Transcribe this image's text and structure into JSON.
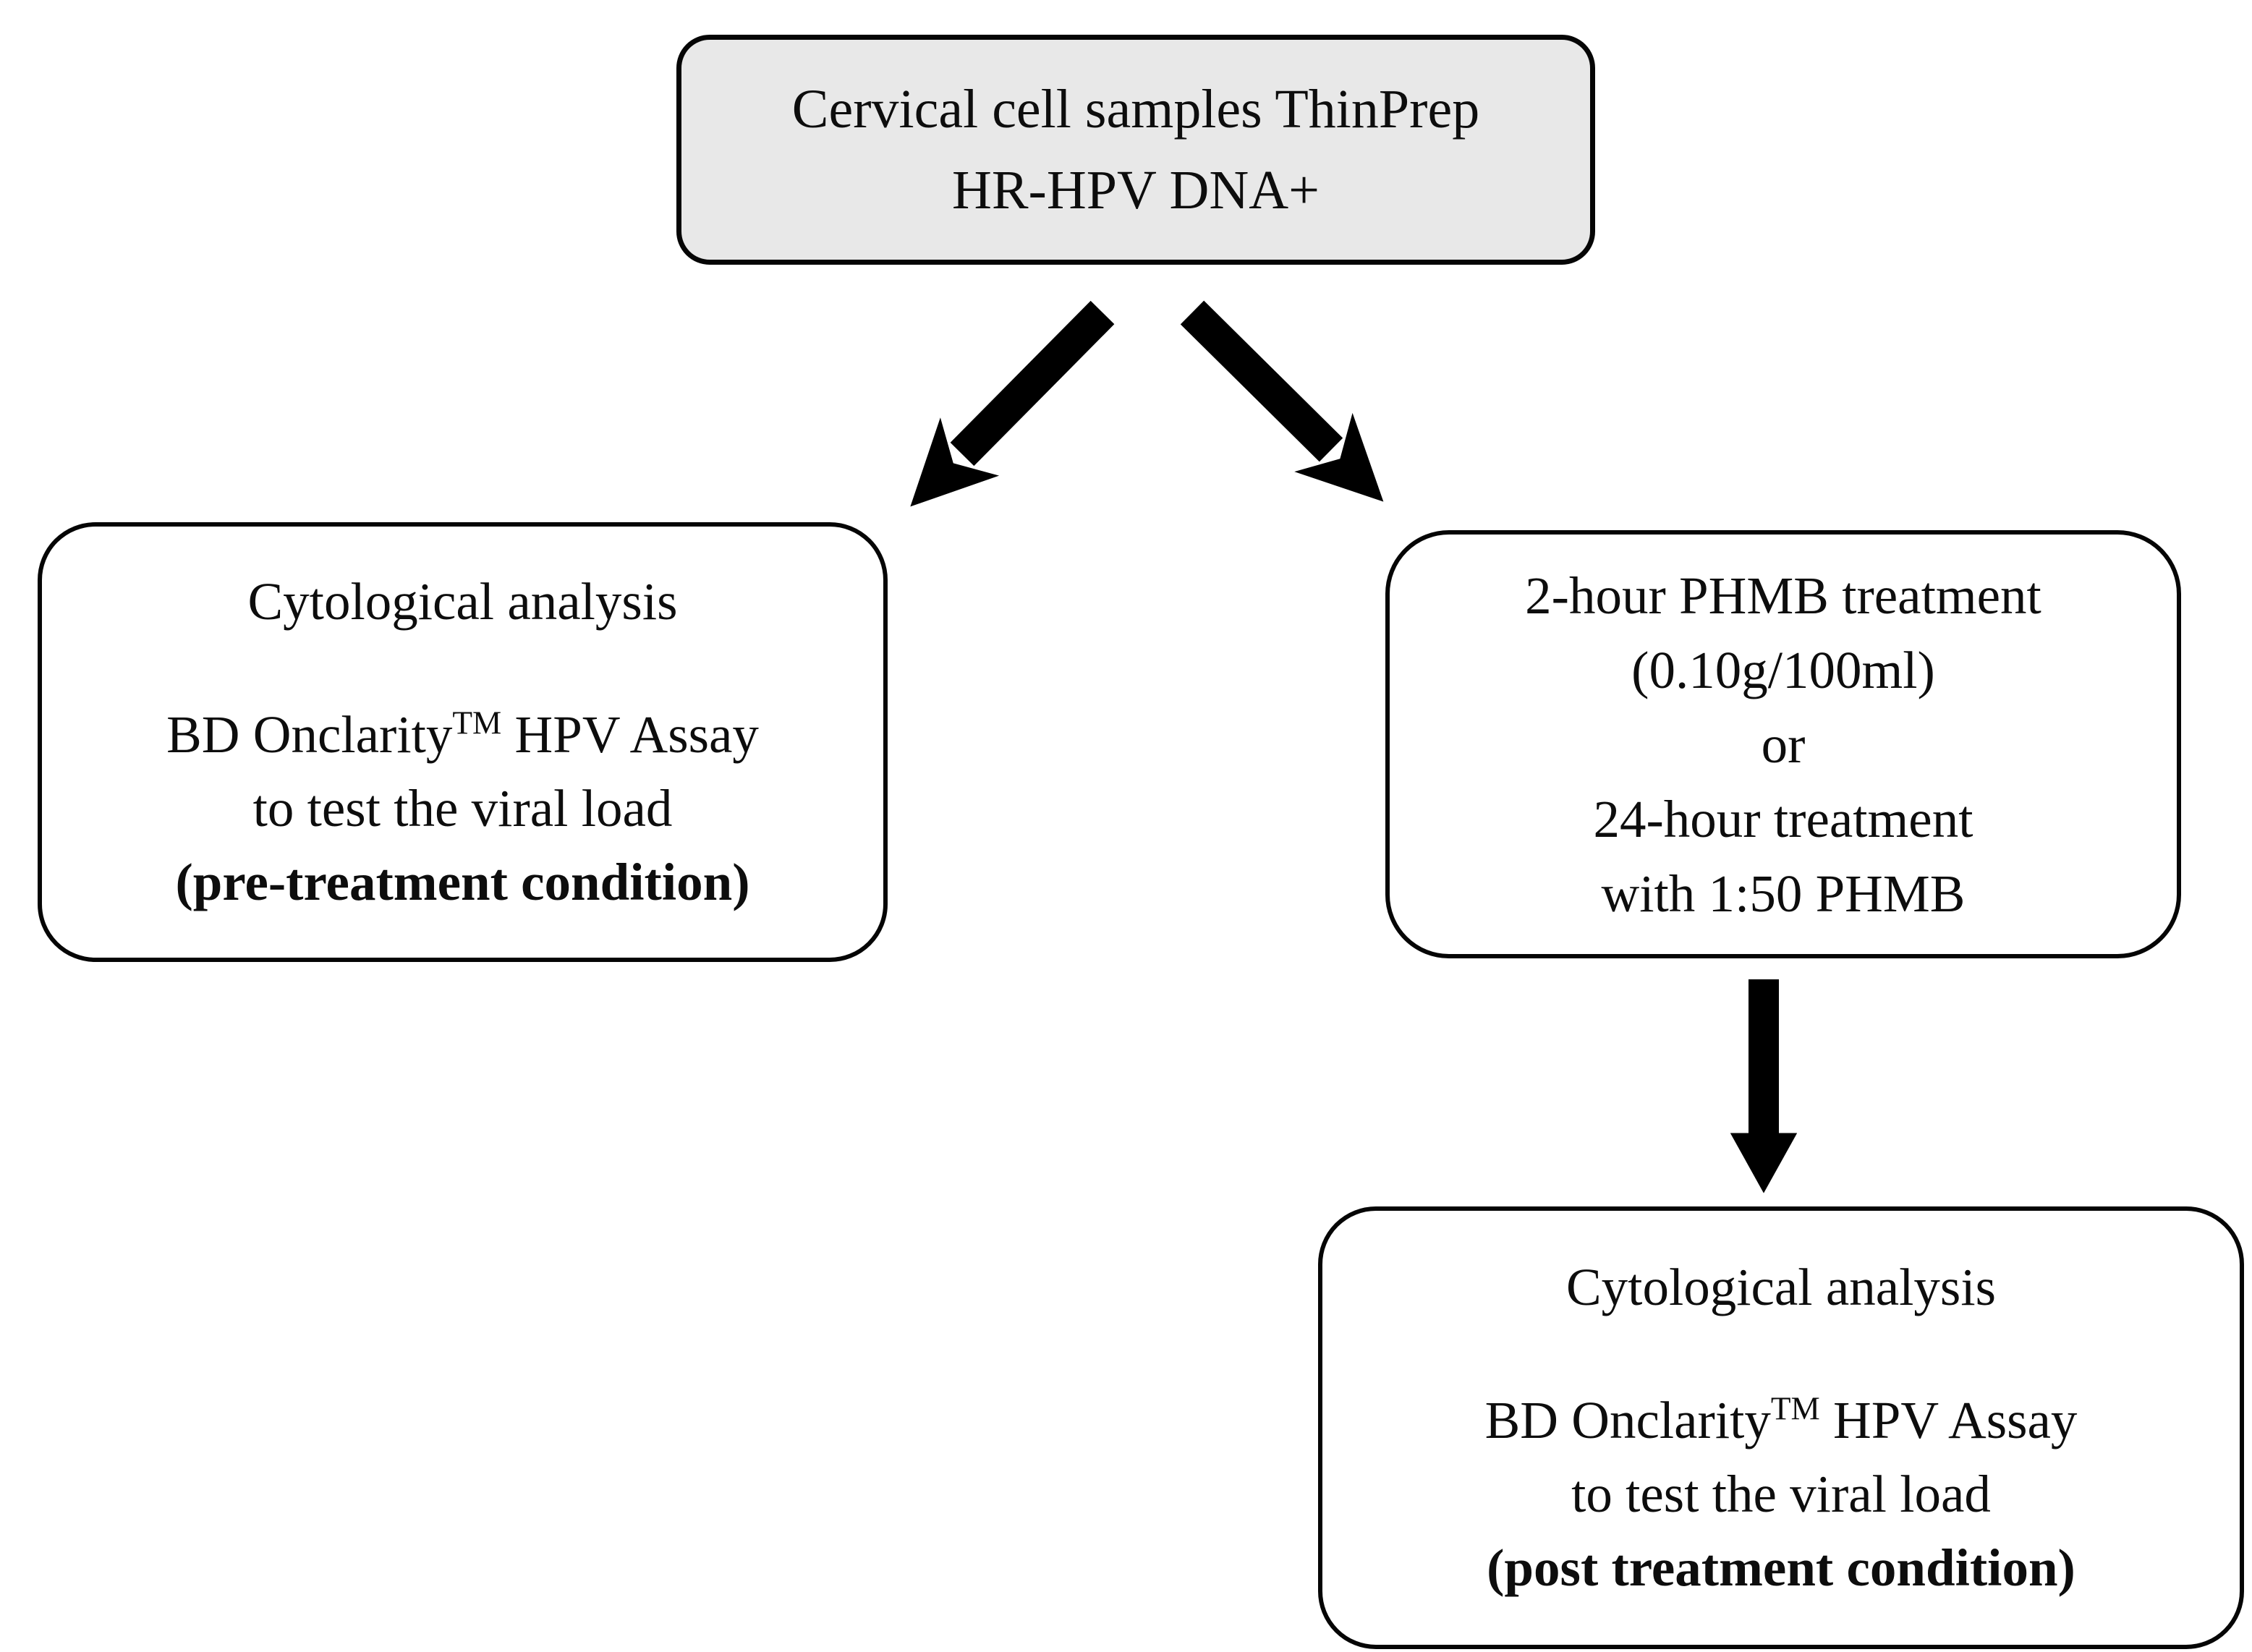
{
  "diagram": {
    "top_box": {
      "line1": "Cervical cell samples ThinPrep",
      "line2": "HR-HPV DNA+"
    },
    "left_box": {
      "line1": "Cytological analysis",
      "line2_pre": "BD Onclarity",
      "line2_sup": "TM",
      "line2_post": " HPV Assay",
      "line3": "to test the viral load",
      "line4_bold": "(pre-treatment condition)"
    },
    "right_box": {
      "lines": [
        "2-hour PHMB treatment",
        "(0.10g/100ml)",
        "or",
        "24-hour treatment",
        "with 1:50 PHMB"
      ]
    },
    "bottom_box": {
      "line1": "Cytological analysis",
      "line2_pre": "BD Onclarity",
      "line2_sup": "TM",
      "line2_post": " HPV Assay",
      "line3": "to test the viral load",
      "line4_bold": "(post treatment condition)"
    },
    "arrows": {
      "top_to_left": "down-left-arrow",
      "top_to_right": "down-right-arrow",
      "right_to_bottom": "down-arrow"
    },
    "colors": {
      "background": "#ffffff",
      "top_box_fill": "#e8e8e8",
      "box_fill": "#ffffff",
      "border": "#050505",
      "text": "#0d0d0d",
      "arrow": "#000000"
    }
  }
}
